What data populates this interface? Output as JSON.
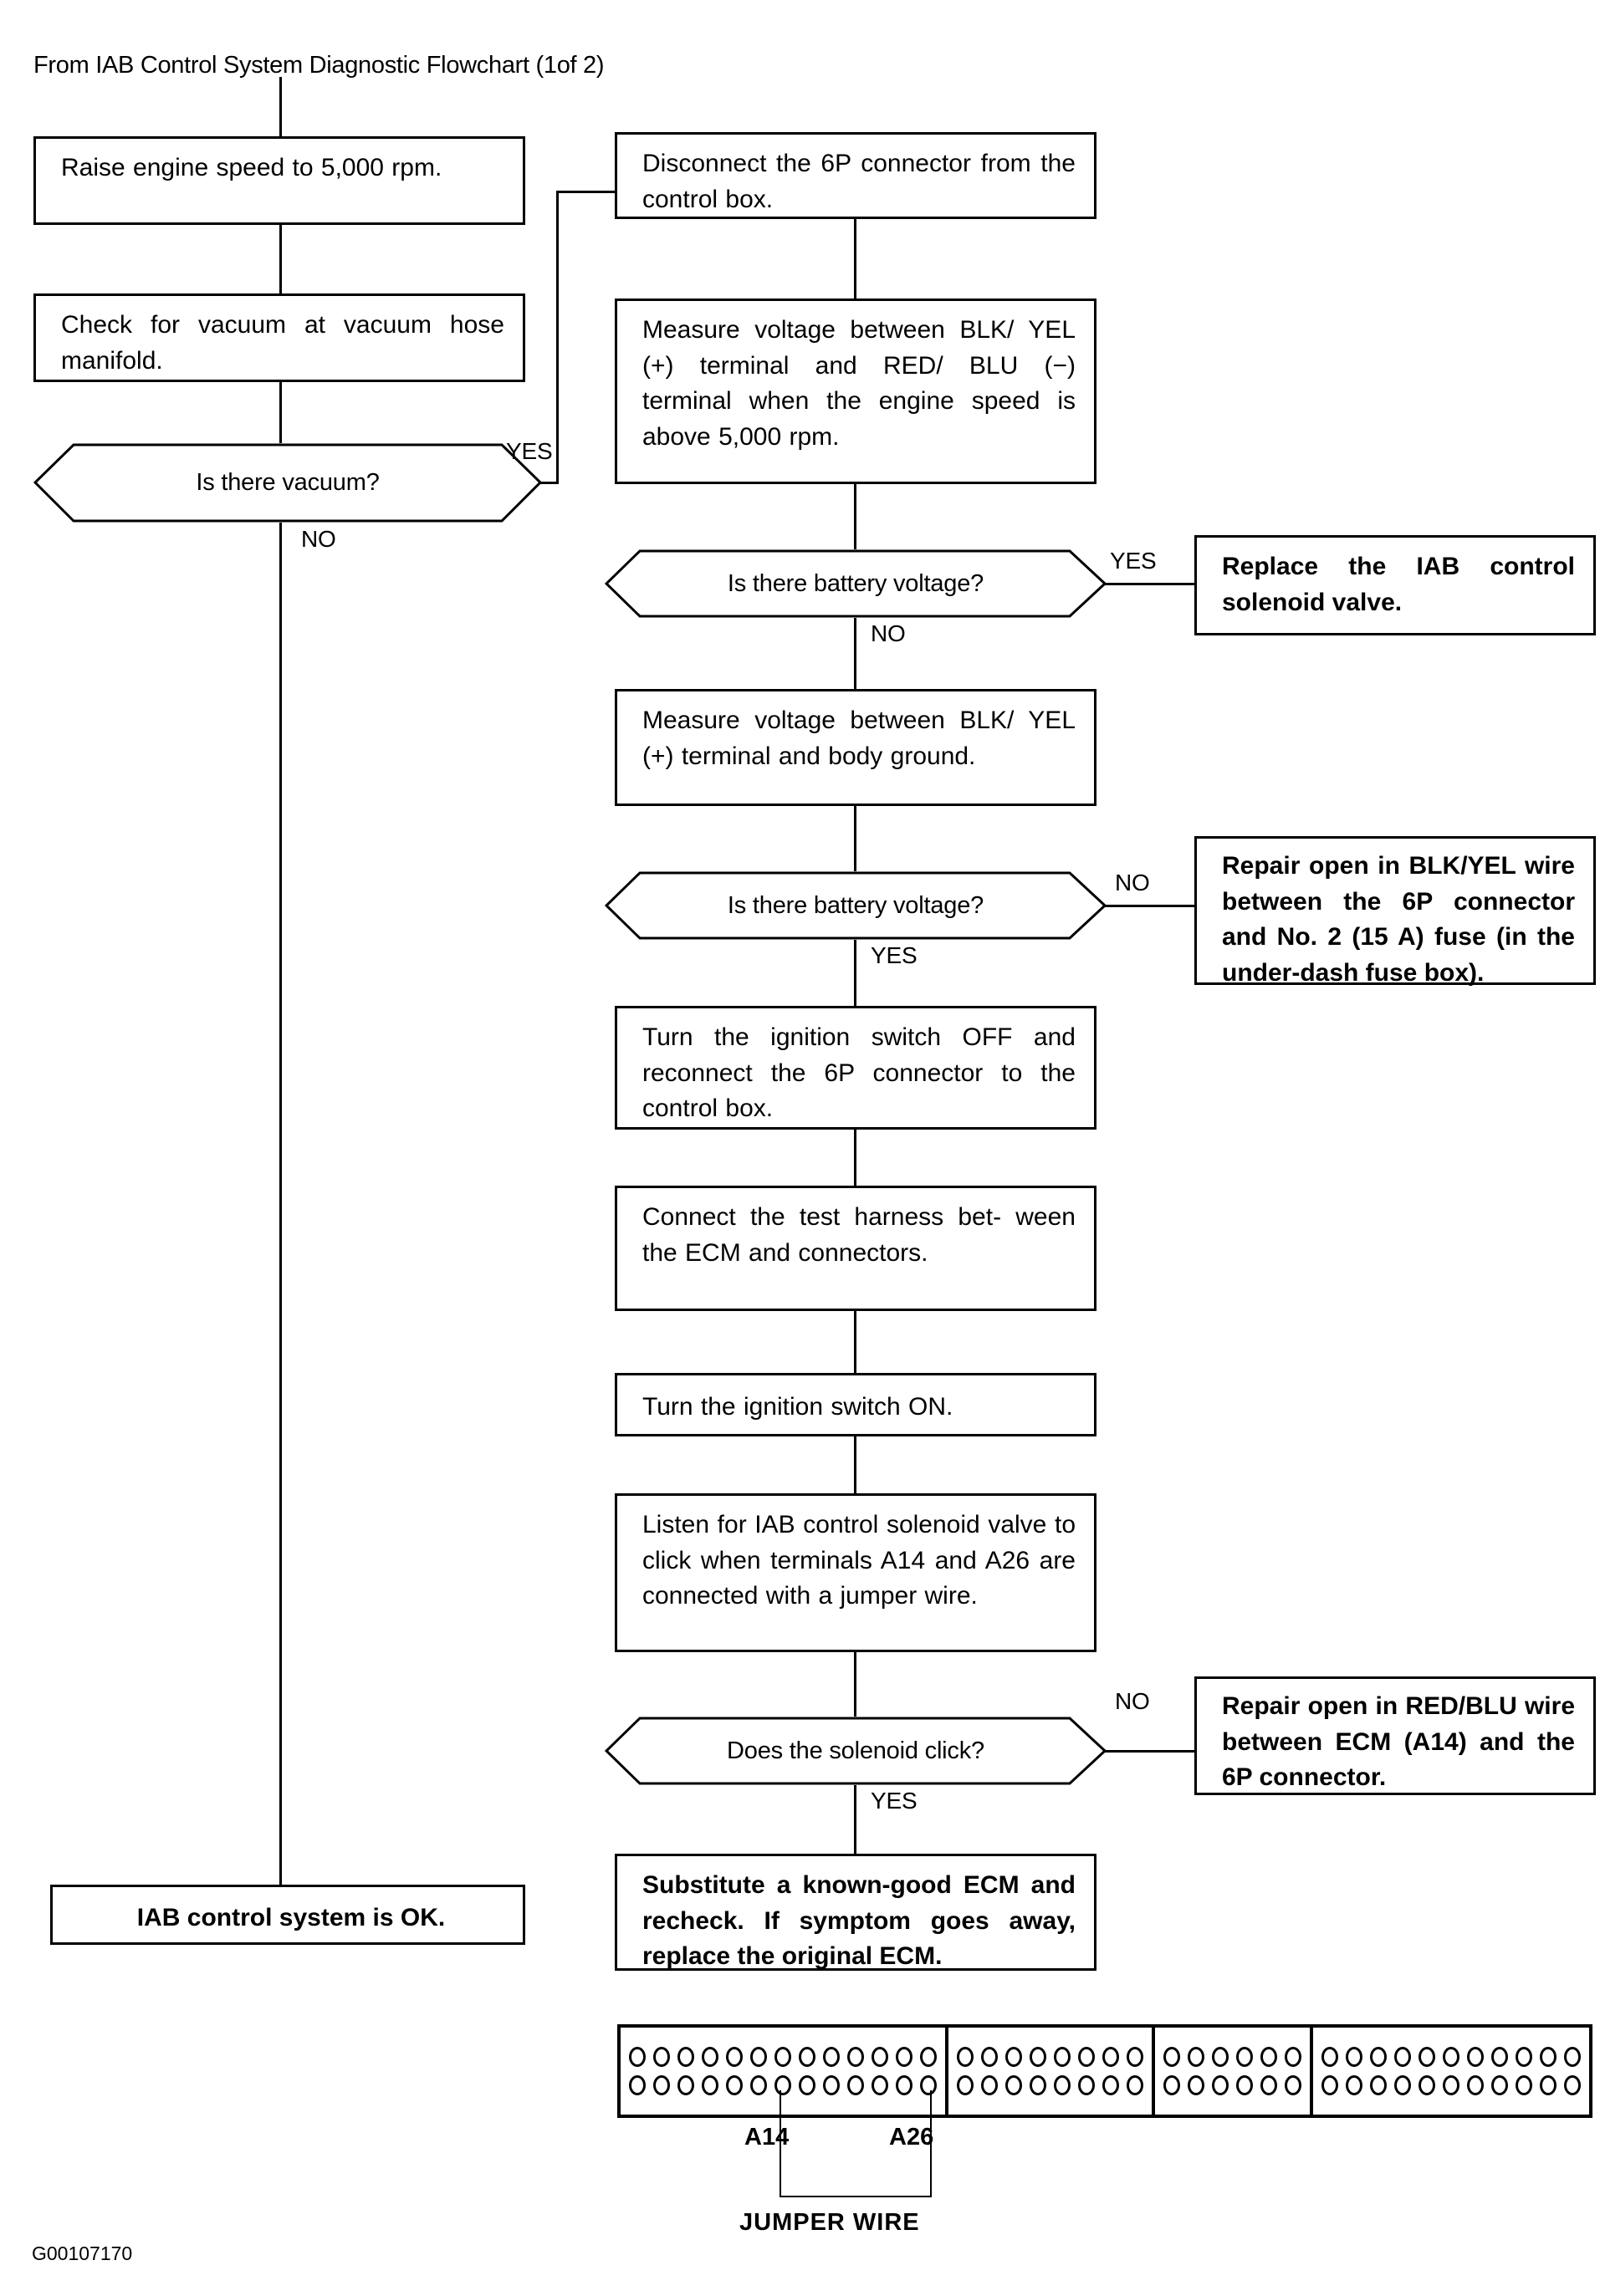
{
  "header": {
    "source_label": "From IAB Control System Diagnostic Flowchart (1of 2)"
  },
  "figure_code": "G00107170",
  "flow": {
    "left_column": {
      "step_raise_rpm": "Raise  engine  speed  to  5,000 rpm.",
      "step_check_vacuum": "Check  for  vacuum  at  vacuum hose manifold.",
      "decision_vacuum": "Is there vacuum?",
      "decision_vacuum_yes": "YES",
      "decision_vacuum_no": "NO",
      "result_ok": "IAB control system is OK."
    },
    "right_column": {
      "step_disconnect": "Disconnect  the  6P  connector from the control box.",
      "step_measure_blkyel_redblu": "Measure voltage between BLK/ YEL  (+)  terminal  and  RED/ BLU  (−)  terminal  when  the engine  speed  is  above  5,000 rpm.",
      "decision_batt_1": "Is there battery voltage?",
      "decision_batt_1_yes": "YES",
      "decision_batt_1_no": "NO",
      "result_replace_solenoid": "Replace  the  IAB  control solenoid valve.",
      "step_measure_blkyel_ground": "Measure voltage between BLK/ YEL  (+)  terminal  and  body ground.",
      "decision_batt_2": "Is there battery voltage?",
      "decision_batt_2_yes": "YES",
      "decision_batt_2_no": "NO",
      "result_repair_blkyel": "Repair open in BLK/YEL wire between the 6P connector and No. 2 (15 A) fuse (in the under-dash fuse box).",
      "step_ign_off_reconnect": "Turn the ignition switch OFF and reconnect  the  6P  connector  to the control box.",
      "step_connect_harness": "Connect  the  test  harness  bet- ween  the  ECM  and  connectors.",
      "step_ign_on": "Turn the ignition switch ON.",
      "step_listen_click": "Listen  for  IAB  control  solenoid valve  to  click  when  terminals A14 and A26 are connected with a jumper wire.",
      "decision_click": "Does the solenoid click?",
      "decision_click_yes": "YES",
      "decision_click_no": "NO",
      "result_repair_redblu": "Repair open in RED/BLU wire between ECM (A14) and the 6P connector.",
      "result_substitute_ecm": "Substitute a known-good ECM and recheck. If symptom goes away, replace the original ECM."
    }
  },
  "connector_diagram": {
    "groups": [
      {
        "top_pins": 13,
        "bottom_pins": 13
      },
      {
        "top_pins": 8,
        "bottom_pins": 8
      },
      {
        "top_pins": 6,
        "bottom_pins": 6
      },
      {
        "top_pins": 11,
        "bottom_pins": 11
      }
    ],
    "callout_left": "A14",
    "callout_right": "A26",
    "caption": "JUMPER WIRE"
  }
}
